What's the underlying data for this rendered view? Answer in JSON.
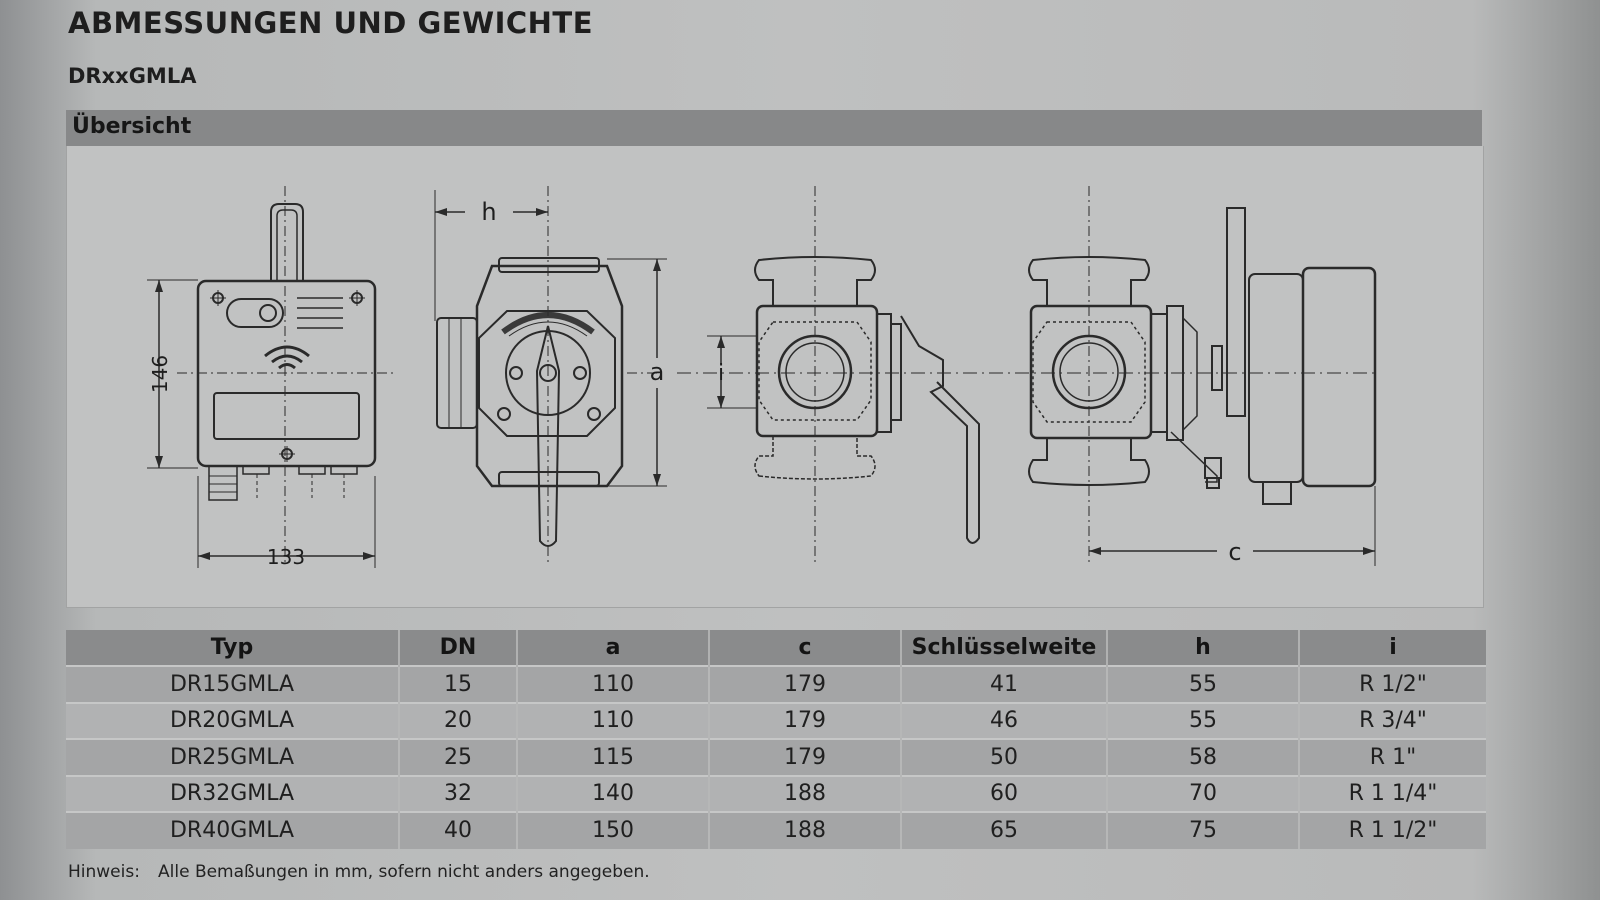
{
  "header": {
    "title": "ABMESSUNGEN UND GEWICHTE",
    "subtitle": "DRxxGMLA"
  },
  "section": {
    "title": "Übersicht"
  },
  "drawing": {
    "dim_146": "146",
    "dim_133": "133",
    "dim_h": "h",
    "dim_a": "a",
    "dim_i": "i",
    "dim_c": "c"
  },
  "table": {
    "columns": [
      "Typ",
      "DN",
      "a",
      "c",
      "Schlüsselweite",
      "h",
      "i"
    ],
    "rows": [
      [
        "DR15GMLA",
        "15",
        "110",
        "179",
        "41",
        "55",
        "R 1/2\""
      ],
      [
        "DR20GMLA",
        "20",
        "110",
        "179",
        "46",
        "55",
        "R 3/4\""
      ],
      [
        "DR25GMLA",
        "25",
        "115",
        "179",
        "50",
        "58",
        "R 1\""
      ],
      [
        "DR32GMLA",
        "32",
        "140",
        "188",
        "60",
        "70",
        "R 1 1/4\""
      ],
      [
        "DR40GMLA",
        "40",
        "150",
        "188",
        "65",
        "75",
        "R 1 1/2\""
      ]
    ]
  },
  "note": {
    "label": "Hinweis:",
    "text": "Alle Bemaßungen in mm, sofern nicht anders angegeben."
  }
}
